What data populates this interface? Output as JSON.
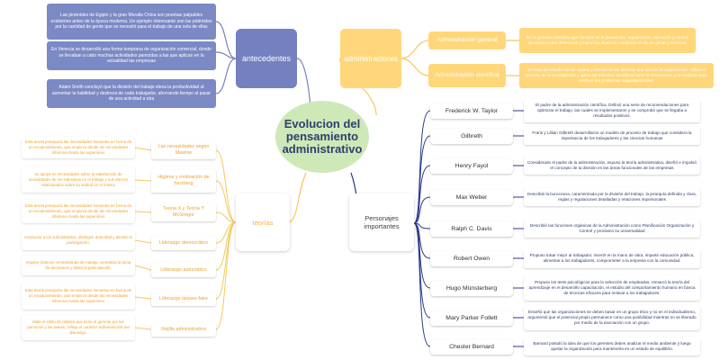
{
  "center": {
    "title": "Evolucion del pensamiento administrativo"
  },
  "antecedentes": {
    "label": "antecedentes",
    "notes": [
      "Las pirámides de Egipto y la gran Muralla China son pruebas palpables existentes antes de la época moderna. Un ejemplo interesante son las pirámides por la cantidad de gente que se necesitó para el trabajo de una sola de ellas",
      "En Venecia se desarrolló una forma temprana de organización comercial, donde se llevaban a cabo muchas actividades parecidas a las que aplican en la actualidad las empresas",
      "Adam Smith concluyó que la división del trabajo eleva la productividad al aumentar la habilidad y destreza de cada trabajador, ahorrando tiempo al pasar de una actividad a otra"
    ]
  },
  "administraciones": {
    "label": "administraciones",
    "items": [
      {
        "label": "Administración general",
        "note": "Es un proceso distintivo que consiste en la planeación, organización, ejecución y control, ejecutados para determinar y lograr los objetivos, mediante el uso de gente y recursos."
      },
      {
        "label": "Administración científica",
        "note": "Se trata del estudio de las causas y efectos de los distintos que afectan la organización. Utiliza el proceso de la investigación y aplica los métodos científicos como la observación y la medición para resolver los problemas organizacionales."
      }
    ]
  },
  "teorias": {
    "label": "teorías",
    "items": [
      {
        "label": "Las necesidades según Maslow",
        "note": "Esta teoría jerarquiza las necesidades humanas en forma de un escalonamiento, que empieza desde las necesidades inferiores hasta las superiores"
      },
      {
        "label": "Higiene y motivación de herzberg",
        "note": "se apoya en necesidades sobre la satisfacción de necesidades de los individuos en el trabajo y sus efectos relacionados sobre su actitud en el mismo"
      },
      {
        "label": "Teoría X y Teoría Y McGregor",
        "note": "Esta teoría jerarquiza las necesidades humanas en forma de un escalonamiento, que empieza desde las necesidades inferiores hasta las superiores"
      },
      {
        "label": "Liderazgo democrático",
        "note": "Involucrar a los subordinados, distingue autoridad y alentar la participación."
      },
      {
        "label": "Liderazgo autocrático",
        "note": "Impone órdenes centralizando de trabajo, centraliza la toma de decisiones y limita la participación."
      },
      {
        "label": "Liderazgo laissez-faire",
        "note": "Esta teoría jerarquiza las necesidades humanas en forma de un escalonamiento, que empieza desde las necesidades inferiores hasta las superiores"
      },
      {
        "label": "Rejilla administrativa",
        "note": "Mide el estilo de relativo que tiene el gerente por las personas y las tareas, refleja el carácter tridimensional del liderazgo."
      }
    ]
  },
  "personajes": {
    "label": "Personajes importantes",
    "items": [
      {
        "name": "Frederick W. Taylor",
        "note": "El padre de la administración científica. Definió una serie de recomendaciones para optimizar el trabajo, las cuales se implementaron y se comprobó que se llegaba a resultados positivos."
      },
      {
        "name": "Gilbreth",
        "note": "Frank y Lillian Gilbreth desarrollaron un modelo de proceso de trabajo que considera la importancia de los trabajadores y las ciencias humanas"
      },
      {
        "name": "Henry Fayol",
        "note": "Considerado el padre de la administración, expuso la teoría administrativa, diseñó e impulsó el concepto de la división en las áreas funcionales de las empresas"
      },
      {
        "name": "Max Weber",
        "note": "Describió la burocracia, caracterizada por la división del trabajo, la jerarquía definida y clara, reglas y regulaciones detalladas y relaciones impersonales"
      },
      {
        "name": "Ralph C. Davis",
        "note": "Describió las funciones orgánicas de la Administración como Planificación Organización y Control y proclamó su universalidad"
      },
      {
        "name": "Robert Owen",
        "note": "Propuso tratar mejor al trabajador, invertir en la mano de obra, impartir educación pública, alimentar a los trabajadores, comprometer a la empresa con la comunidad."
      },
      {
        "name": "Hugo Münsterberg",
        "note": "Propuso los tests psicológicos para la selección de empleados, remarcó la teoría del aprendizaje en el desarrollo capacitación, el estudio del comportamiento humano en busca de técnicas eficaces para motivar a los trabajadores."
      },
      {
        "name": "Mary Parker Follett",
        "note": "Enseñó que las organizaciones se deben basar en un grupo ético y no en el individualismo, argumentó que el potencial propio permanece como una posibilidad mientras no se liberado por medio de la asociación con un grupo."
      },
      {
        "name": "Chester Bernard",
        "note": "Barnard postuló la idea de que los gerentes deben analizar el medio ambiente y luego ajustar la organización para mantenerla en un estado de equilibrio."
      }
    ]
  },
  "colors": {
    "blue": "#7580c0",
    "yellow": "#ffd77a",
    "green": "#cfe8b8",
    "navy_line": "#2c3a8c",
    "orange_text": "#f0a02a"
  }
}
